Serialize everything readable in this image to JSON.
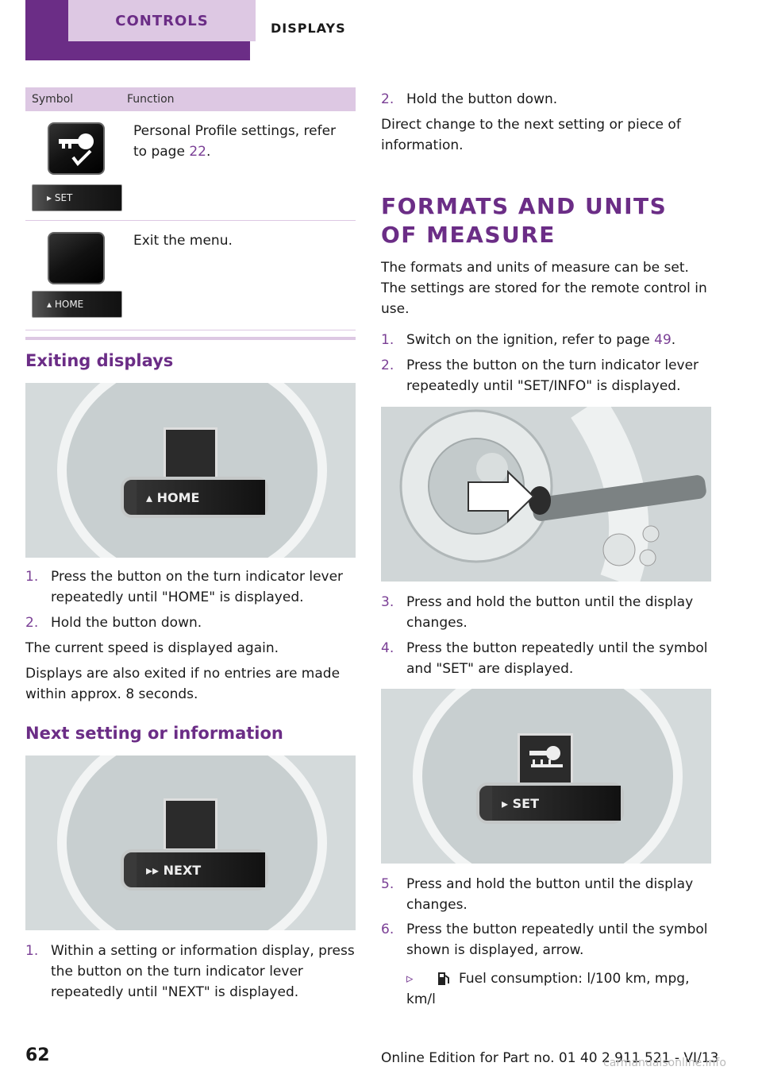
{
  "header": {
    "tab_active": "CONTROLS",
    "tab_section": "DISPLAYS"
  },
  "table": {
    "col_symbol": "Symbol",
    "col_function": "Function",
    "rows": [
      {
        "lcd": "SET",
        "text_before": "Personal Profile settings, refer to page ",
        "page": "22",
        "text_after": ".",
        "icon": "key-check-icon"
      },
      {
        "lcd": "HOME",
        "text": "Exit the menu.",
        "icon": "blank-button-icon"
      }
    ]
  },
  "left": {
    "exiting_title": "Exiting displays",
    "exiting_image_lcd": "HOME",
    "exiting_steps": [
      {
        "n": "1.",
        "text": "Press the button on the turn indicator lever repeatedly until \"HOME\" is displayed."
      },
      {
        "n": "2.",
        "text": "Hold the button down."
      }
    ],
    "exiting_p1": "The current speed is displayed again.",
    "exiting_p2": "Displays are also exited if no entries are made within approx. 8 seconds.",
    "next_title": "Next setting or information",
    "next_image_lcd": "NEXT",
    "next_steps": [
      {
        "n": "1.",
        "text": "Within a setting or information display, press the button on the turn indicator lever repeatedly until \"NEXT\" is displayed."
      }
    ]
  },
  "right": {
    "step_top": {
      "n": "2.",
      "text": "Hold the button down."
    },
    "direct_change": "Direct change to the next setting or piece of information.",
    "formats_title": "FORMATS AND UNITS OF MEASURE",
    "formats_p": "The formats and units of measure can be set. The settings are stored for the remote control in use.",
    "steps_a": [
      {
        "n": "1.",
        "text_before": "Switch on the ignition, refer to page ",
        "page": "49",
        "text_after": "."
      },
      {
        "n": "2.",
        "text": "Press the button on the turn indicator lever repeatedly until \"SET/INFO\" is displayed."
      }
    ],
    "steps_b": [
      {
        "n": "3.",
        "text": "Press and hold the button until the display changes."
      },
      {
        "n": "4.",
        "text": "Press the button repeatedly until the symbol and \"SET\" are displayed."
      }
    ],
    "set_image_lcd": "SET",
    "steps_c": [
      {
        "n": "5.",
        "text": "Press and hold the button until the display changes."
      },
      {
        "n": "6.",
        "text": "Press the button repeatedly until the symbol shown is displayed, arrow."
      }
    ],
    "bullet_text": "Fuel consumption: l/100 km, mpg, km/l"
  },
  "footer": {
    "page_number": "62",
    "edition": "Online Edition for Part no. 01 40 2 911 521 - VI/13",
    "watermark": "carmanualsonline.info"
  }
}
